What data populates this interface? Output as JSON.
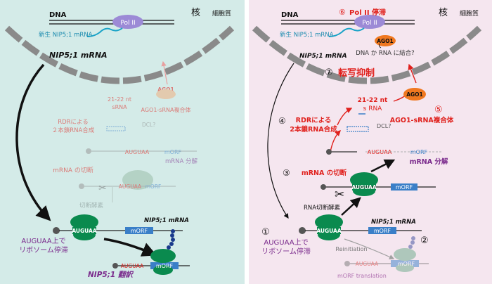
{
  "left": {
    "dna": "DNA",
    "pol": "Pol II",
    "nucleus": "核",
    "cytoplasm": "細胞質",
    "nascent_mrna": "新生 NIP5;1 mRNA",
    "mrna_title": "NIP5;1 mRNA",
    "sirna_size": "21-22 nt",
    "sirna_word": "sRNA",
    "ago": "AGO1",
    "ago_complex": "AGO1-sRNA複合体",
    "rdr_line1": "RDRによる",
    "rdr_line2": "２本鎖RNA合成",
    "dcl": "DCL?",
    "auguaa_faded": "AUGUAA",
    "morf_faded": "mORF",
    "mrna_decay": "mRNA 分解",
    "cleavage": "mRNA の切断",
    "cleavage_enzyme": "切断酵素",
    "auguaa_mid": "AUGUAA",
    "morf_mid": "mORF",
    "nip_label": "NIP5;1 mRNA",
    "auguaa": "AUGUAA",
    "morf": "mORF",
    "stall_line1": "AUGUAA上で",
    "stall_line2": "リボソーム停滞",
    "auguaa_2": "AUGUAA",
    "morf_2": "mORF",
    "translation": "NIP5;1 翻訳"
  },
  "right": {
    "dna": "DNA",
    "pol": "Pol II",
    "nucleus": "核",
    "cytoplasm": "細胞質",
    "step6_num": "⑥",
    "step6": "Pol II 停滞",
    "nascent_mrna": "新生 NIP5;1 mRNA",
    "ago_nuc": "AGO1",
    "bind_question": "DNA か RNA に結合?",
    "mrna_title": "NIP5;1 mRNA",
    "step7_num": "⑦",
    "step7": "転写抑制",
    "sirna_size": "21-22 nt",
    "sirna_word": "s RNA",
    "ago": "AGO1",
    "step5_num": "⑤",
    "step5": "AGO1-sRNA複合体",
    "step4_num": "④",
    "rdr_line1": "RDRによる",
    "rdr_line2": "2本鎖RNA合成",
    "dcl": "DCL?",
    "auguaa_top": "AUGUAA",
    "morf_top": "mORF",
    "mrna_decay": "mRNA 分解",
    "step3_num": "③",
    "cleavage": "mRNA の切断",
    "auguaa_mid": "AUGUAA",
    "morf_mid": "mORF",
    "enzyme": "RNA切断酵素",
    "nip_label": "NIP5;1 mRNA",
    "auguaa": "AUGUAA",
    "morf": "mORF",
    "step1_num": "①",
    "stall_line1": "AUGUAA上で",
    "stall_line2": "リボソーム停滞",
    "step2_num": "②",
    "reinitiation": "Reinitiation",
    "auguaa_2": "AUGUAA",
    "morf_2": "mORF",
    "translation": "mORF translation"
  },
  "colors": {
    "left_bg": "#d4ebe8",
    "right_bg": "#f5e6ef",
    "red": "#e0201c",
    "purple": "#7a2a8c",
    "pol_fill": "#9c8ad6",
    "ribosome": "#0a8a4e",
    "morf_fill": "#3a7fc8",
    "ago_fill": "#f07820",
    "membrane": "#8a8a8a"
  }
}
